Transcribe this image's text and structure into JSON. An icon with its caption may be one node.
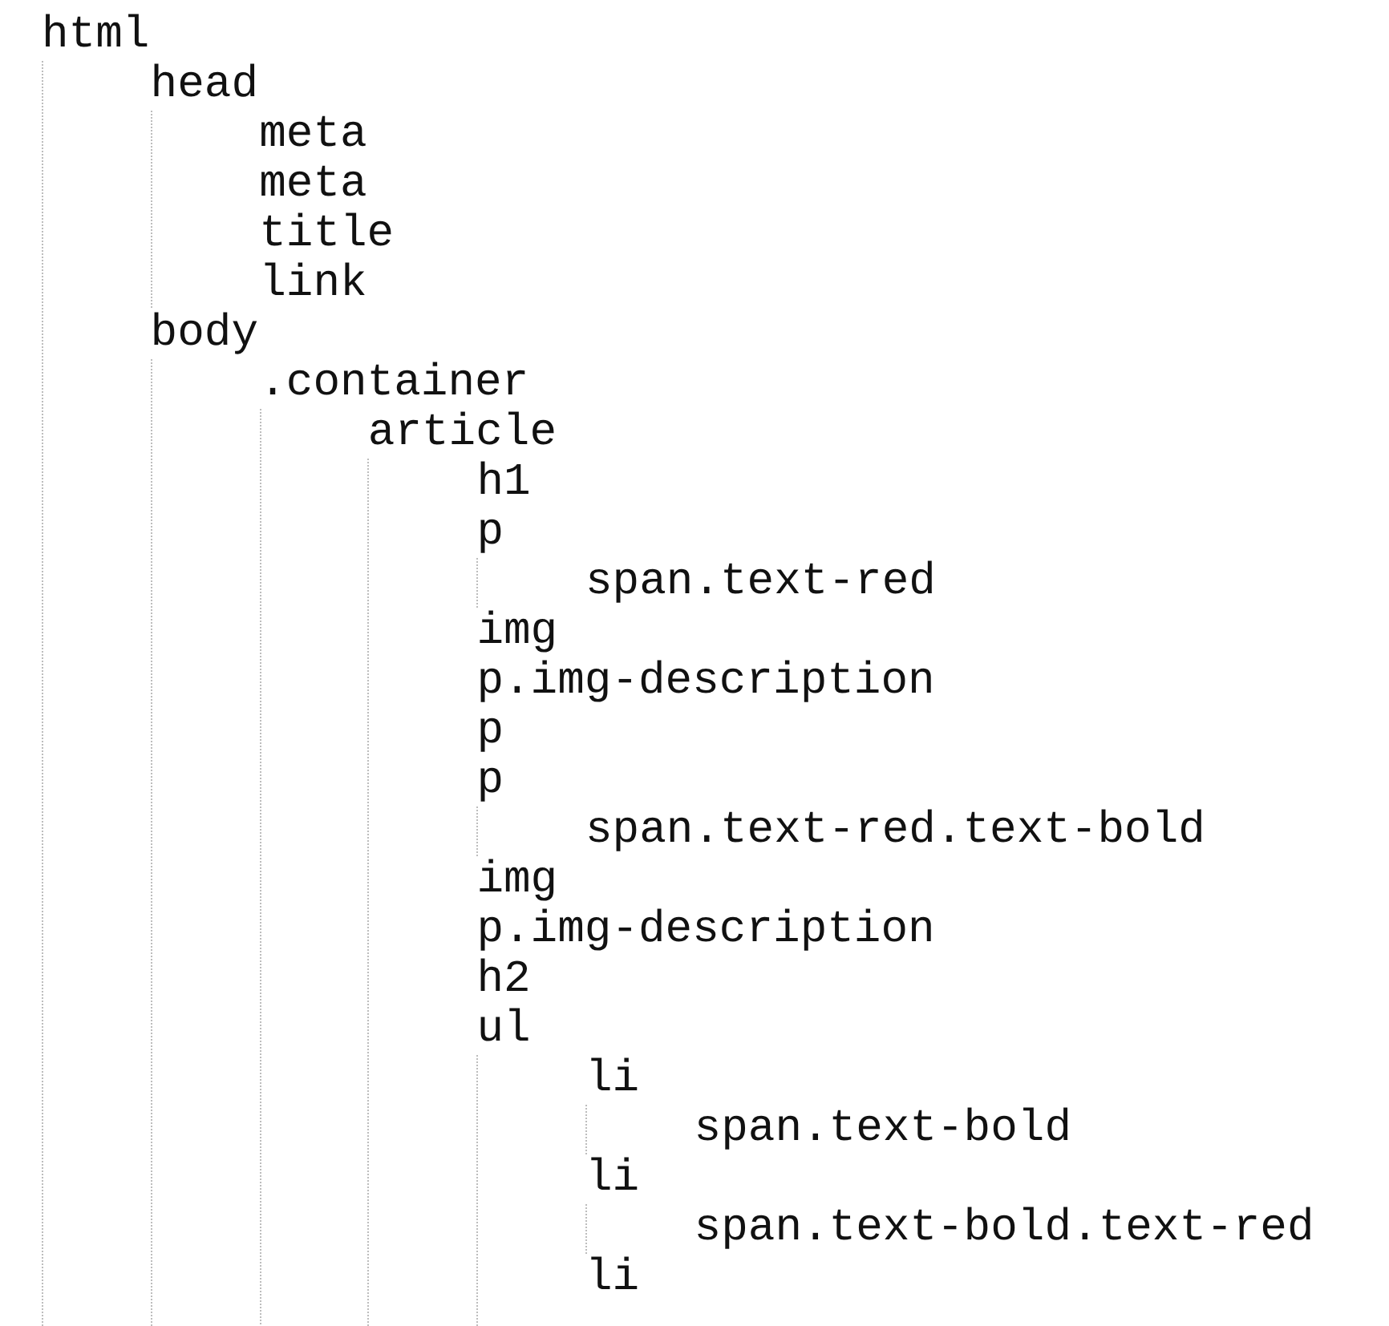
{
  "diagram": {
    "nodes": [
      {
        "text": [
          "html"
        ]
      },
      {
        "text": [
          "head"
        ],
        "in": 0
      },
      {
        "text": [
          "meta"
        ],
        "in": 1
      },
      {
        "text": [
          "meta"
        ],
        "in": 1
      },
      {
        "text": [
          "title"
        ],
        "in": 1
      },
      {
        "text": [
          "link"
        ],
        "in": 1
      },
      {
        "text": [
          "body"
        ],
        "in": 0
      },
      {
        "text": [
          ".container"
        ],
        "in": 6
      },
      {
        "text": [
          "article"
        ],
        "in": 7
      },
      {
        "text": [
          "h1"
        ],
        "in": 8
      },
      {
        "text": [
          "p"
        ],
        "in": 8
      },
      {
        "text": [
          "span.text-red"
        ],
        "in": 10
      },
      {
        "text": [
          "img"
        ],
        "in": 8
      },
      {
        "text": [
          "p.img-description"
        ],
        "in": 8
      },
      {
        "text": [
          "p"
        ],
        "in": 8
      },
      {
        "text": [
          "p"
        ],
        "in": 8
      },
      {
        "text": [
          "span.text-red.text-bold"
        ],
        "in": 15
      },
      {
        "text": [
          "img"
        ],
        "in": 8
      },
      {
        "text": [
          "p.img-description"
        ],
        "in": 8
      },
      {
        "text": [
          "h2"
        ],
        "in": 8
      },
      {
        "text": [
          "ul"
        ],
        "in": 8
      },
      {
        "text": [
          "li"
        ],
        "in": 20
      },
      {
        "text": [
          "span.text-bold"
        ],
        "in": 21
      },
      {
        "text": [
          "li"
        ],
        "in": 20
      },
      {
        "text": [
          "span.text-bold.text-red"
        ],
        "in": 23
      },
      {
        "text": [
          "li"
        ],
        "in": 20
      }
    ]
  }
}
